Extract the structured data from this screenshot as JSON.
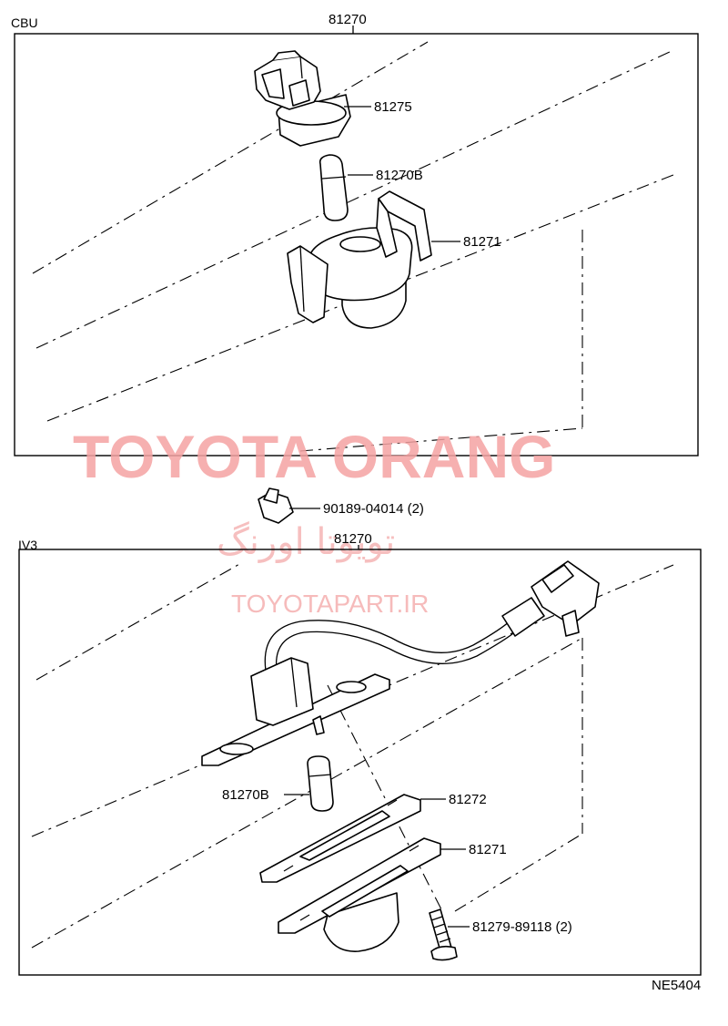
{
  "sections": {
    "cbu": {
      "tag": "CBU",
      "assembly": "81270",
      "callouts": {
        "socket": "81275",
        "bulb": "81270B",
        "lens": "81271"
      }
    },
    "iv3": {
      "tag": "IV3",
      "assembly": "81270",
      "callouts": {
        "clip": "90189-04014 (2)",
        "bulb": "81270B",
        "gasket": "81272",
        "lens": "81271",
        "screw": "81279-89118 (2)"
      }
    }
  },
  "diagram_code": "NE5404",
  "watermark": {
    "brand": "TOYOTA ORANG",
    "persian": "تویوتا اورنگ",
    "site": "TOYOTAPART.IR"
  }
}
